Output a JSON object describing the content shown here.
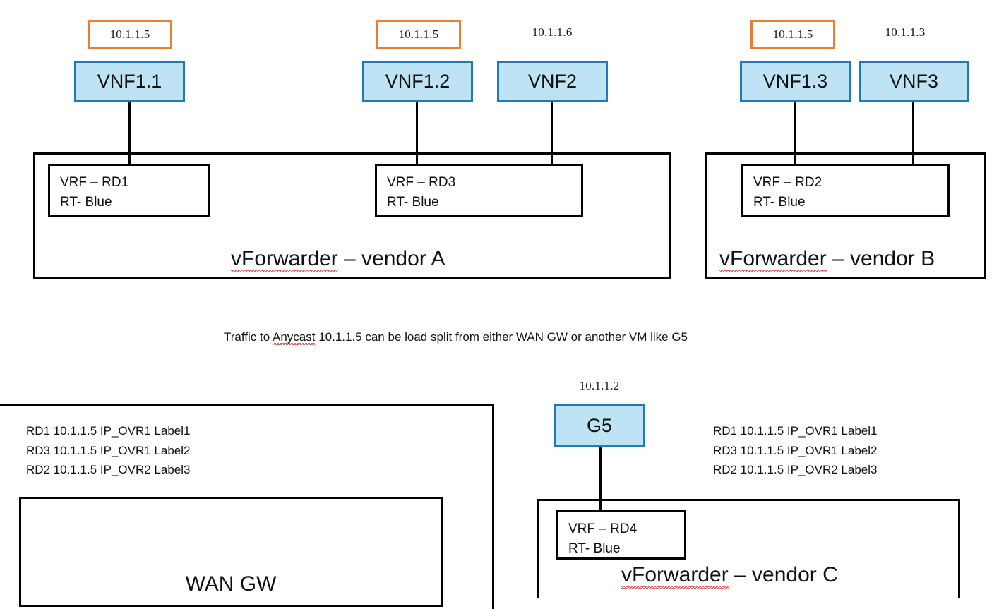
{
  "colors": {
    "vnf_fill": "#BDE3F5",
    "vnf_border": "#1F7AB8",
    "ip_highlight_border": "#ED7D31",
    "line": "#000000",
    "spellcheck_underline": "#E03030",
    "background": "#FFFFFF"
  },
  "nodes": [
    {
      "id": "vnf11",
      "label": "VNF1.1",
      "ip": "10.1.1.5",
      "ip_highlighted": true
    },
    {
      "id": "vnf12",
      "label": "VNF1.2",
      "ip": "10.1.1.5",
      "ip_highlighted": true
    },
    {
      "id": "vnf2",
      "label": "VNF2",
      "ip": "10.1.1.6",
      "ip_highlighted": false
    },
    {
      "id": "vnf13",
      "label": "VNF1.3",
      "ip": "10.1.1.5",
      "ip_highlighted": true
    },
    {
      "id": "vnf3",
      "label": "VNF3",
      "ip": "10.1.1.3",
      "ip_highlighted": false
    },
    {
      "id": "g5",
      "label": "G5",
      "ip": "10.1.1.2",
      "ip_highlighted": false
    }
  ],
  "vrfs": [
    {
      "id": "rd1",
      "rd_line": "VRF – RD1",
      "rt_line": "RT- Blue"
    },
    {
      "id": "rd3",
      "rd_line": "VRF – RD3",
      "rt_line": "RT- Blue"
    },
    {
      "id": "rd2",
      "rd_line": "VRF – RD2",
      "rt_line": "RT- Blue"
    },
    {
      "id": "rd4",
      "rd_line": "VRF – RD4",
      "rt_line": "RT- Blue"
    }
  ],
  "containers": [
    {
      "id": "vendor_a",
      "title_spell": "vForwarder",
      "title_rest": " – vendor A"
    },
    {
      "id": "vendor_b",
      "title_spell": "vForwarder",
      "title_rest": " – vendor B"
    },
    {
      "id": "vendor_c",
      "title_spell": "vForwarder",
      "title_rest": " – vendor C"
    },
    {
      "id": "wan_gw",
      "title_spell": "",
      "title_rest": "WAN GW"
    }
  ],
  "wan_gw": {
    "label": "WAN GW"
  },
  "caption": {
    "part1": "Traffic to ",
    "spell": "Anycast",
    "part2": " 10.1.1.5 can be load split from either WAN GW or another VM like G5"
  },
  "route_tables": [
    {
      "id": "wan-gw-routes",
      "rows": [
        "RD1 10.1.1.5 IP_OVR1 Label1",
        "RD3 10.1.1.5 IP_OVR1 Label2",
        "RD2 10.1.1.5 IP_OVR2 Label3"
      ]
    },
    {
      "id": "g5-routes",
      "rows": [
        "RD1 10.1.1.5 IP_OVR1 Label1",
        "RD3 10.1.1.5 IP_OVR1 Label2",
        "RD2 10.1.1.5 IP_OVR2 Label3"
      ]
    }
  ]
}
